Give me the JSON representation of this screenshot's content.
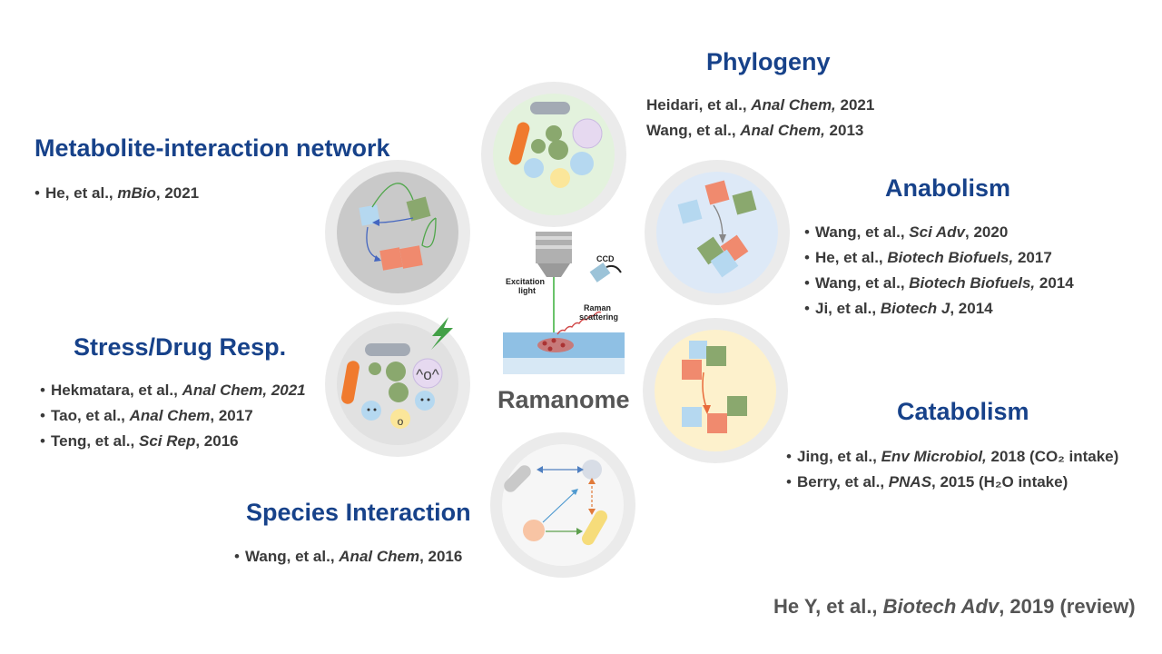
{
  "sections": {
    "phylogeny": {
      "title": "Phylogeny",
      "refs": [
        {
          "author": "Heidari, et al., ",
          "journal": "Anal Chem,",
          "rest": " 2021"
        },
        {
          "author": "Wang, et al., ",
          "journal": "Anal Chem,",
          "rest": " 2013"
        }
      ]
    },
    "anabolism": {
      "title": "Anabolism",
      "refs": [
        {
          "author": "Wang, et al., ",
          "journal": "Sci Adv",
          "rest": ", 2020"
        },
        {
          "author": "He, et al., ",
          "journal": "Biotech Biofuels,",
          "rest": " 2017"
        },
        {
          "author": "Wang, et al., ",
          "journal": "Biotech Biofuels,",
          "rest": " 2014"
        },
        {
          "author": "Ji, et al., ",
          "journal": "Biotech J",
          "rest": ", 2014"
        }
      ]
    },
    "catabolism": {
      "title": "Catabolism",
      "refs": [
        {
          "author": "Jing, et al., ",
          "journal": "Env Microbiol,",
          "rest": " 2018 (CO₂ intake)"
        },
        {
          "author": "Berry, et al., ",
          "journal": "PNAS",
          "rest": ", 2015 (H₂O intake)"
        }
      ]
    },
    "metabolite": {
      "title": "Metabolite-interaction network",
      "refs": [
        {
          "author": "He, et al., ",
          "journal": "mBio",
          "rest": ", 2021"
        }
      ]
    },
    "stress": {
      "title": "Stress/Drug Resp.",
      "refs": [
        {
          "author": "Hekmatara, et al., ",
          "journal": "Anal Chem, 2021",
          "rest": ""
        },
        {
          "author": "Tao, et al., ",
          "journal": "Anal Chem",
          "rest": ", 2017"
        },
        {
          "author": "Teng, et al., ",
          "journal": "Sci Rep",
          "rest": ", 2016"
        }
      ]
    },
    "species": {
      "title": "Species Interaction",
      "refs": [
        {
          "author": "Wang, et al., ",
          "journal": "Anal Chem",
          "rest": ", 2016"
        }
      ]
    }
  },
  "center": {
    "label": "Ramanome",
    "excitation": "Excitation",
    "excitation2": "light",
    "ccd": "CCD",
    "raman": "Raman",
    "raman2": "scattering",
    "bullet": "•"
  },
  "review": {
    "author": "He Y, et al., ",
    "journal": "Biotech Adv",
    "rest": ", 2019 (review)"
  },
  "colors": {
    "title": "#17428a",
    "text": "#3a3a3a",
    "orange_cell": "#f07a2e",
    "green": "#8aa86e",
    "blue": "#a8d0ee",
    "salmon": "#f08a6e",
    "dish_green": "#e3f2dd",
    "dish_blue": "#dde9f7",
    "dish_yellow": "#fdf1cc",
    "dish_gray": "#cfcfcf"
  }
}
